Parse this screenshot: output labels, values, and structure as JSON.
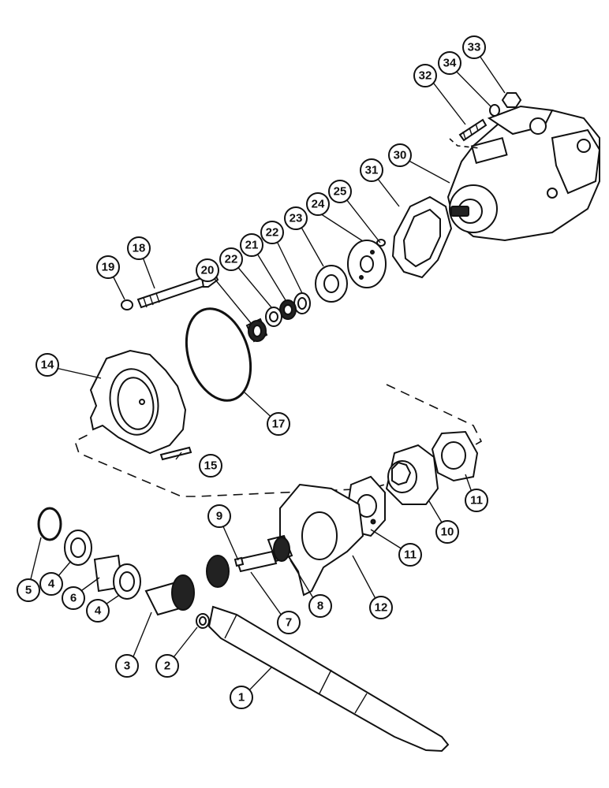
{
  "diagram": {
    "callouts": [
      {
        "id": "c1",
        "label": "1"
      },
      {
        "id": "c2",
        "label": "2"
      },
      {
        "id": "c3",
        "label": "3"
      },
      {
        "id": "c4a",
        "label": "4"
      },
      {
        "id": "c4b",
        "label": "4"
      },
      {
        "id": "c5",
        "label": "5"
      },
      {
        "id": "c6",
        "label": "6"
      },
      {
        "id": "c7",
        "label": "7"
      },
      {
        "id": "c8",
        "label": "8"
      },
      {
        "id": "c9",
        "label": "9"
      },
      {
        "id": "c10",
        "label": "10"
      },
      {
        "id": "c11a",
        "label": "11"
      },
      {
        "id": "c11b",
        "label": "11"
      },
      {
        "id": "c12",
        "label": "12"
      },
      {
        "id": "c14",
        "label": "14"
      },
      {
        "id": "c15",
        "label": "15"
      },
      {
        "id": "c17",
        "label": "17"
      },
      {
        "id": "c18",
        "label": "18"
      },
      {
        "id": "c19",
        "label": "19"
      },
      {
        "id": "c20",
        "label": "20"
      },
      {
        "id": "c21",
        "label": "21"
      },
      {
        "id": "c22a",
        "label": "22"
      },
      {
        "id": "c22b",
        "label": "22"
      },
      {
        "id": "c23",
        "label": "23"
      },
      {
        "id": "c24",
        "label": "24"
      },
      {
        "id": "c25",
        "label": "25"
      },
      {
        "id": "c30",
        "label": "30"
      },
      {
        "id": "c31",
        "label": "31"
      },
      {
        "id": "c32",
        "label": "32"
      },
      {
        "id": "c33",
        "label": "33"
      },
      {
        "id": "c34",
        "label": "34"
      }
    ]
  }
}
